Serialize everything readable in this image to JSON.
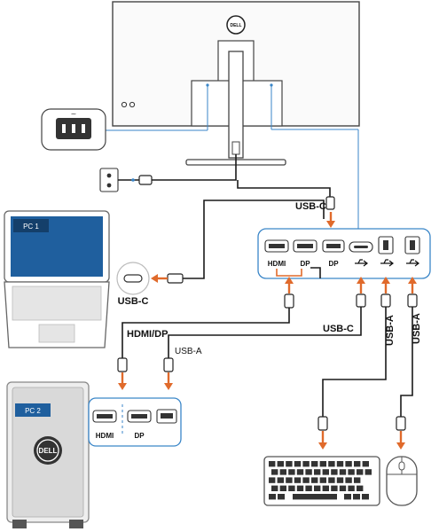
{
  "monitor": {
    "brand": "DELL"
  },
  "labels": {
    "usbc_top": "USB-C",
    "usbc_laptop": "USB-C",
    "hdmi_dp": "HDMI/DP",
    "usba_pc": "USB-A",
    "usbc_right": "USB-C",
    "usba_right_1": "USB-A",
    "usba_right_2": "USB-A"
  },
  "pc1": {
    "label": "PC 1"
  },
  "pc2": {
    "label": "PC 2",
    "brand": "DELL"
  },
  "monitor_ports": {
    "hdmi": "HDMI",
    "dp": "DP"
  },
  "pc2_ports": {
    "hdmi": "HDMI",
    "dp": "DP"
  },
  "colors": {
    "accent": "#e06a2b",
    "port_frame": "#3a86c8",
    "screen": "#1f5f9e"
  }
}
